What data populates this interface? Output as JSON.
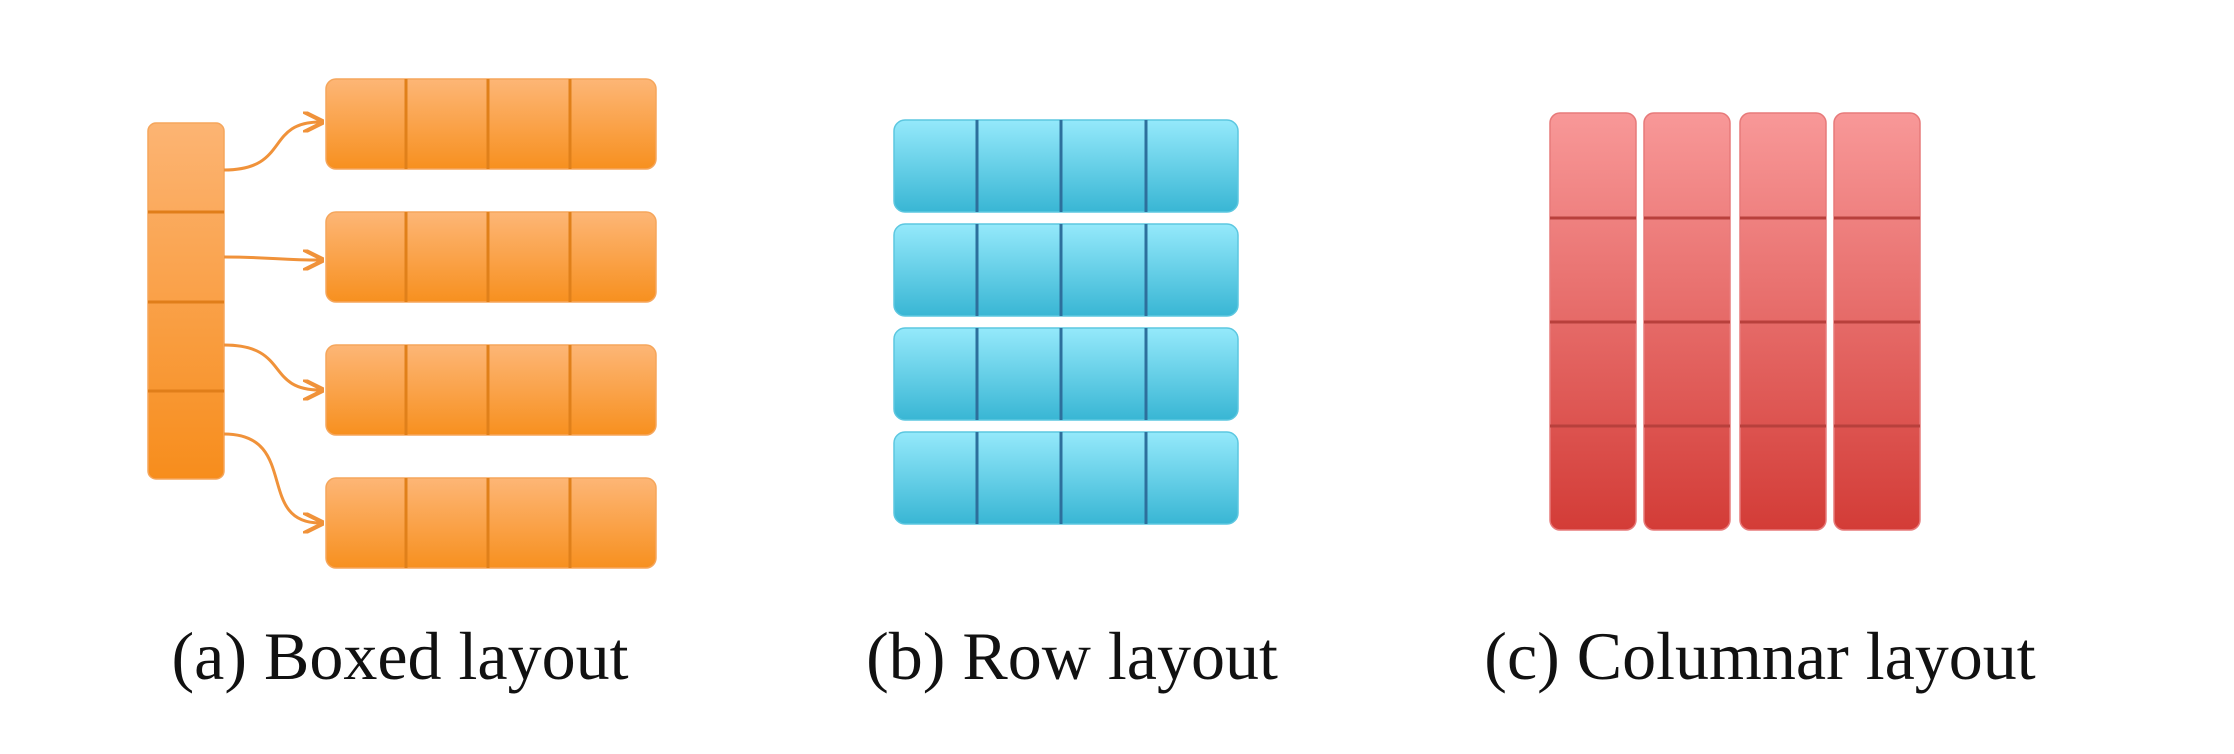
{
  "panels": [
    {
      "id": "boxed",
      "caption": "(a) Boxed layout",
      "cells_per_block": 4,
      "blocks": 4,
      "base_color": "#f7931e",
      "light_color": "#fcb272"
    },
    {
      "id": "row",
      "caption": "(b) Row layout",
      "cells_per_block": 4,
      "blocks": 4,
      "base_color": "#3bb9d6",
      "light_color": "#8fe6f8"
    },
    {
      "id": "columnar",
      "caption": "(c) Columnar layout",
      "cells_per_block": 4,
      "blocks": 4,
      "base_color": "#d6403c",
      "light_color": "#f59494"
    }
  ]
}
